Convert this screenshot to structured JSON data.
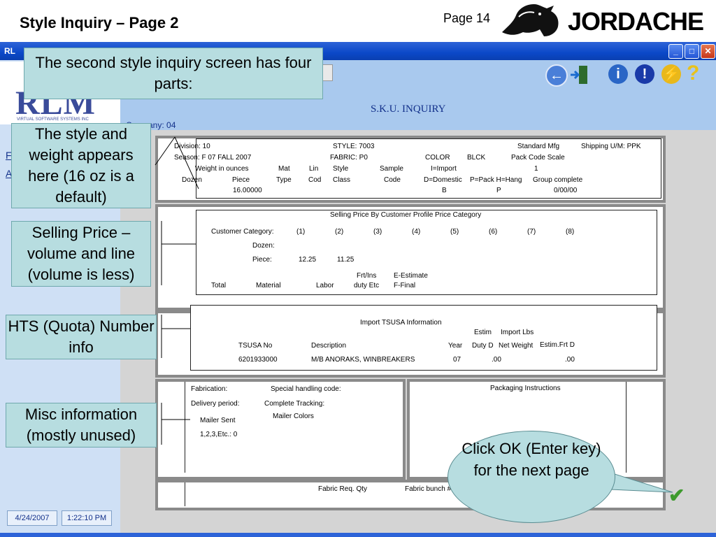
{
  "slide": {
    "title": "Style Inquiry – Page 2",
    "page_label": "Page 14",
    "brand": "JORDACHE"
  },
  "window": {
    "title_fragment": "RL",
    "minimize_glyph": "_",
    "maximize_glyph": "□",
    "close_glyph": "✕"
  },
  "app": {
    "logo": "RLM",
    "logo_sub": "VIRTUAL SOFTWARE SYSTEMS INC",
    "screen_title": "S.K.U. INQUIRY",
    "company_label": "Company: 04",
    "left_link_1": "F",
    "left_link_2": "A",
    "toolbar_icons": [
      "back-arrow-icon",
      "exit-door-icon",
      "info-icon",
      "alert-icon",
      "lightning-icon",
      "help-icon"
    ]
  },
  "section1": {
    "division": "Division:  10",
    "style": "STYLE:  7003",
    "standard_mfg": "Standard Mfg",
    "shipping_um": "Shipping U/M:  PPK",
    "season": "Season:  F  07  FALL 2007",
    "fabric": "FABRIC:  P0",
    "color_label": "COLOR",
    "color_value": "BLCK",
    "pack_code_scale": "Pack Code Scale",
    "weight_in_ounces": "Weight in ounces",
    "mat": "Mat",
    "lin": "Lin",
    "style_col": "Style",
    "sample": "Sample",
    "import_legend": "I=Import",
    "pack_value": "1",
    "dozen": "Dozen",
    "piece": "Piece",
    "type": "Type",
    "cod": "Cod",
    "class": "Class",
    "code": "Code",
    "domestic_legend": "D=Domestic",
    "pack_hang": "P=Pack H=Hang",
    "group_complete": "Group complete",
    "piece_weight": "16.00000",
    "sample_code": "B",
    "pack_flag": "P",
    "group_date": "0/00/00"
  },
  "section2": {
    "heading": "Selling Price By Customer Profile Price Category",
    "customer_category": "Customer Category:",
    "categories": [
      "(1)",
      "(2)",
      "(3)",
      "(4)",
      "(5)",
      "(6)",
      "(7)",
      "(8)"
    ],
    "dozen_label": "Dozen:",
    "piece_label": "Piece:",
    "piece_values": [
      "12.25",
      "11.25"
    ],
    "frt_ins": "Frt/Ins",
    "e_estimate": "E-Estimate",
    "total": "Total",
    "material": "Material",
    "labor": "Labor",
    "duty_etc": "duty Etc",
    "f_final": "F-Final"
  },
  "section3": {
    "heading": "Import    TSUSA   Information",
    "estim": "Estim",
    "import_lbs": "Import Lbs",
    "tsusa_no": "TSUSA No",
    "description": "Description",
    "year": "Year",
    "duty_d": "Duty D",
    "net_weight": "Net Weight",
    "estim_frt_d": "Estim.Frt D",
    "tsusa_value": "6201933000",
    "description_value": "M/B ANORAKS, WINBREAKERS",
    "year_value": "07",
    "duty_value": ".00",
    "frt_value": ".00"
  },
  "section4": {
    "fabrication": "Fabrication:",
    "special_handling": "Special handling code:",
    "delivery_period": "Delivery period:",
    "complete_tracking": "Complete Tracking:",
    "mailer_colors": "Mailer Colors",
    "mailer_sent": "Mailer Sent",
    "mailer_sent_value": "1,2,3,Etc.:  0",
    "packaging_instructions": "Packaging Instructions"
  },
  "section5": {
    "fabric_req_qty": "Fabric Req. Qty",
    "fabric_bunch": "Fabric bunch #"
  },
  "callouts": {
    "top": "The second style inquiry screen has four parts:",
    "style_weight": "The style and weight appears here (16 oz is a default)",
    "selling_price": "Selling Price – volume and line (volume is less)",
    "hts": "HTS (Quota) Number info",
    "misc": "Misc information (mostly unused)",
    "ok": "Click OK (Enter key) for the next page"
  },
  "status": {
    "date": "4/24/2007",
    "time": "1:22:10 PM"
  },
  "colors": {
    "callout_bg": "#b7dde0",
    "title_blue": "#12308a",
    "window_blue": "#0b48c8"
  }
}
